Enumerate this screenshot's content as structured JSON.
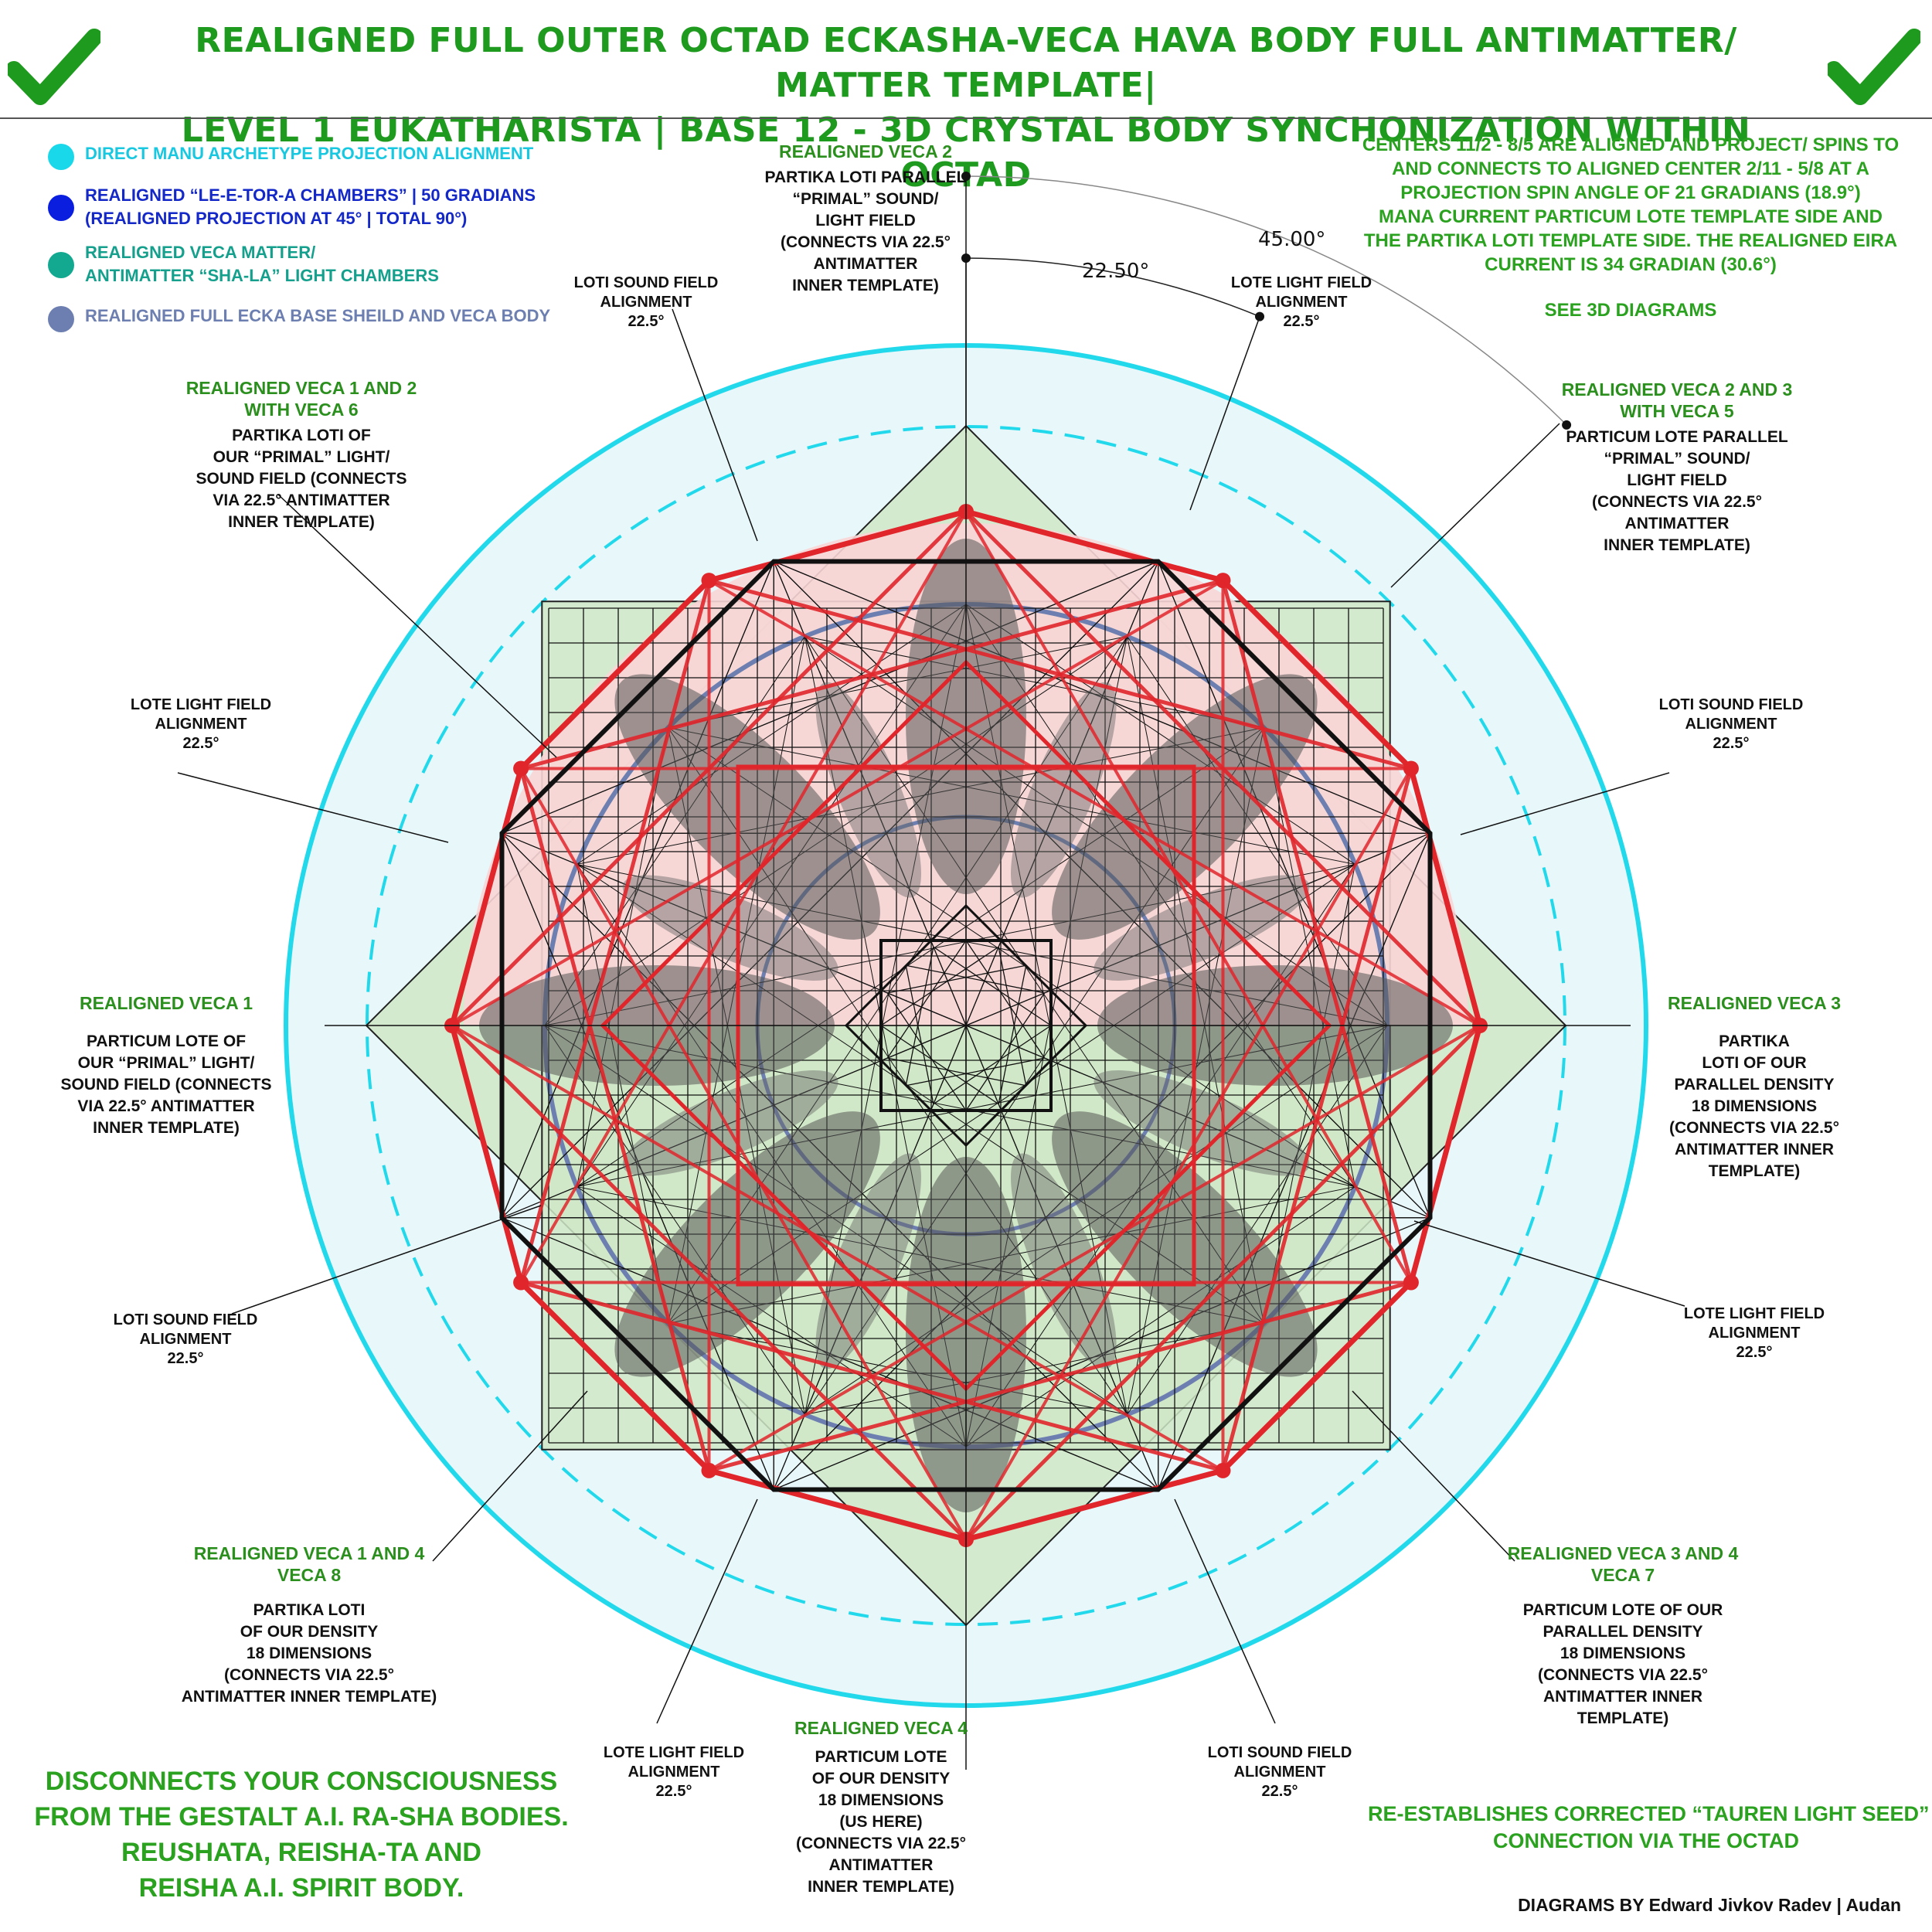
{
  "title": {
    "line1": "REALIGNED FULL OUTER OCTAD ECKASHA-VECA HAVA BODY FULL ANTIMATTER/ MATTER TEMPLATE|",
    "line2": "LEVEL 1 EUKATHARISTA | BASE 12 - 3D CRYSTAL BODY SYNCHONIZATION WITHIN OCTAD"
  },
  "legend": [
    {
      "text1": "DIRECT MANU ARCHETYPE PROJECTION ALIGNMENT",
      "text2": "",
      "color": "#18d8ea",
      "text_color": "#18c8e0"
    },
    {
      "text1": "REALIGNED “LE-E-TOR-A CHAMBERS” | 50 GRADIANS",
      "text2": "(REALIGNED PROJECTION AT 45° | TOTAL 90°)",
      "color": "#0a1ee0",
      "text_color": "#1428c8"
    },
    {
      "text1": "REALIGNED VECA MATTER/",
      "text2": "ANTIMATTER “SHA-LA” LIGHT CHAMBERS",
      "color": "#13a890",
      "text_color": "#14a08c"
    },
    {
      "text1": "REALIGNED FULL ECKA BASE SHEILD AND VECA BODY",
      "text2": "",
      "color": "#6c7fb0",
      "text_color": "#6c7fb0"
    }
  ],
  "top_right_note": [
    "CENTERS 11/2 - 8/5 ARE ALIGNED AND PROJECT/ SPINS TO",
    "AND CONNECTS TO ALIGNED CENTER 2/11 - 5/8 AT A",
    "PROJECTION SPIN ANGLE OF 21 GRADIANS (18.9°)",
    "MANA CURRENT PARTICUM LOTE TEMPLATE SIDE AND",
    "THE PARTIKA LOTI TEMPLATE SIDE. THE REALIGNED EIRA",
    "CURRENT IS 34 GRADIAN (30.6°)",
    "",
    "SEE 3D DIAGRAMS"
  ],
  "angles": {
    "a1": "22.50°",
    "a2": "45.00°"
  },
  "labels": {
    "veca2": {
      "green": "REALIGNED VECA 2",
      "lines": [
        "PARTIKA LOTI PARALLEL",
        "“PRIMAL” SOUND/",
        "LIGHT FIELD",
        "(CONNECTS VIA 22.5°",
        "ANTIMATTER",
        "INNER TEMPLATE)"
      ]
    },
    "veca12": {
      "green": "REALIGNED VECA 1 AND 2\nWITH VECA 6",
      "lines": [
        "PARTIKA LOTI OF",
        "OUR “PRIMAL” LIGHT/",
        "SOUND FIELD (CONNECTS",
        "VIA 22.5° ANTIMATTER",
        "INNER TEMPLATE)"
      ]
    },
    "veca23": {
      "green": "REALIGNED VECA 2 AND 3\nWITH VECA 5",
      "lines": [
        "PARTICUM LOTE PARALLEL",
        "“PRIMAL” SOUND/",
        "LIGHT FIELD",
        "(CONNECTS VIA 22.5°",
        "ANTIMATTER",
        "INNER TEMPLATE)"
      ]
    },
    "veca1": {
      "green": "REALIGNED VECA 1",
      "lines": [
        "PARTICUM LOTE OF",
        "OUR “PRIMAL” LIGHT/",
        "SOUND FIELD (CONNECTS",
        "VIA 22.5° ANTIMATTER",
        "INNER TEMPLATE)"
      ]
    },
    "veca3": {
      "green": "REALIGNED VECA 3",
      "lines": [
        "PARTIKA",
        "LOTI OF OUR",
        "PARALLEL DENSITY",
        "18 DIMENSIONS",
        "(CONNECTS VIA 22.5°",
        "ANTIMATTER INNER",
        "TEMPLATE)"
      ]
    },
    "veca14": {
      "green": "REALIGNED VECA 1 AND 4\nVECA 8",
      "lines": [
        "PARTIKA LOTI",
        "OF OUR DENSITY",
        "18 DIMENSIONS",
        "(CONNECTS VIA 22.5°",
        "ANTIMATTER INNER TEMPLATE)"
      ]
    },
    "veca34": {
      "green": "REALIGNED VECA 3 AND 4\nVECA 7",
      "lines": [
        "PARTICUM LOTE OF OUR",
        "PARALLEL DENSITY",
        "18 DIMENSIONS",
        "(CONNECTS VIA 22.5°",
        "ANTIMATTER INNER",
        "TEMPLATE)"
      ]
    },
    "veca4": {
      "green": "REALIGNED VECA 4",
      "lines": [
        "PARTICUM LOTE",
        "OF OUR DENSITY",
        "18 DIMENSIONS",
        "(US HERE)",
        "(CONNECTS VIA 22.5°",
        "ANTIMATTER",
        "INNER TEMPLATE)"
      ]
    },
    "f_loti_sound_top": [
      "LOTI SOUND FIELD",
      "ALIGNMENT",
      "22.5°"
    ],
    "f_lote_light_top": [
      "LOTE LIGHT FIELD",
      "ALIGNMENT",
      "22.5°"
    ],
    "f_lote_light_left": [
      "LOTE LIGHT FIELD",
      "ALIGNMENT",
      "22.5°"
    ],
    "f_loti_sound_right": [
      "LOTI SOUND FIELD",
      "ALIGNMENT",
      "22.5°"
    ],
    "f_loti_sound_left": [
      "LOTI SOUND FIELD",
      "ALIGNMENT",
      "22.5°"
    ],
    "f_lote_light_right": [
      "LOTE LIGHT FIELD",
      "ALIGNMENT",
      "22.5°"
    ],
    "f_lote_light_bottom": [
      "LOTE LIGHT FIELD",
      "ALIGNMENT",
      "22.5°"
    ],
    "f_loti_sound_bottom": [
      "LOTI SOUND FIELD",
      "ALIGNMENT",
      "22.5°"
    ]
  },
  "bottom_left": [
    "DISCONNECTS YOUR CONSCIOUSNESS",
    "FROM THE GESTALT A.I. RA-SHA BODIES.",
    "REUSHATA, REISHA-TA AND",
    "REISHA A.I. SPIRIT BODY."
  ],
  "bottom_right": [
    "RE-ESTABLISHES CORRECTED “TAUREN LIGHT SEED”",
    "CONNECTION VIA THE OCTAD"
  ],
  "credit": "DIAGRAMS BY Edward Jivkov Radev | Audan",
  "colors": {
    "green": "#2aa11f",
    "cyan": "#22d9ec",
    "red": "#e0262b",
    "lavender": "#6c7fb0"
  }
}
